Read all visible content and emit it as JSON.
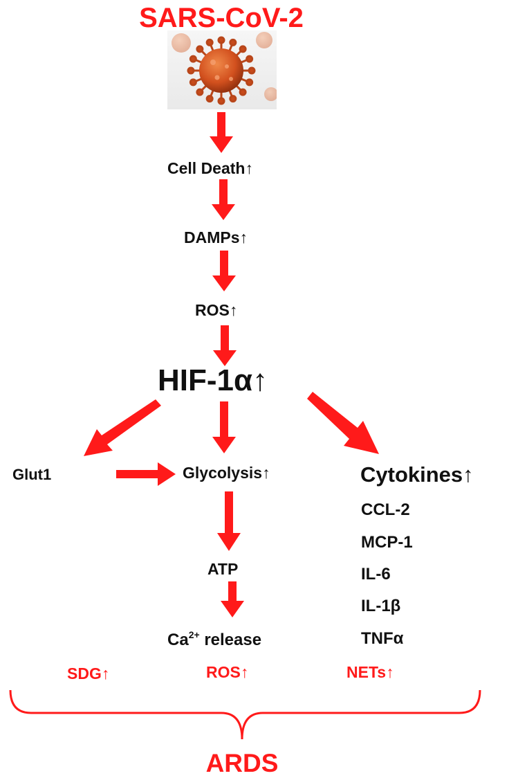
{
  "title": "SARS-CoV-2",
  "nodes": {
    "cell_death": "Cell Death",
    "damps": "DAMPs",
    "ros_top": "ROS",
    "hif": "HIF-1α",
    "glut1": "Glut1",
    "glycolysis": "Glycolysis",
    "cytokines": "Cytokines",
    "atp": "ATP",
    "ca_base": "Ca",
    "ca_sup": "2+",
    "ca_rest": " release"
  },
  "up_arrow": "↑",
  "cytokine_list": [
    "CCL-2",
    "MCP-1",
    "IL-6",
    "IL-1β",
    "TNFα"
  ],
  "outcomes": {
    "sdg": "SDG",
    "ros": "ROS",
    "nets": "NETs"
  },
  "result": "ARDS",
  "colors": {
    "accent": "#ff1a1a",
    "text": "#111111",
    "virus": "#d2501e"
  }
}
